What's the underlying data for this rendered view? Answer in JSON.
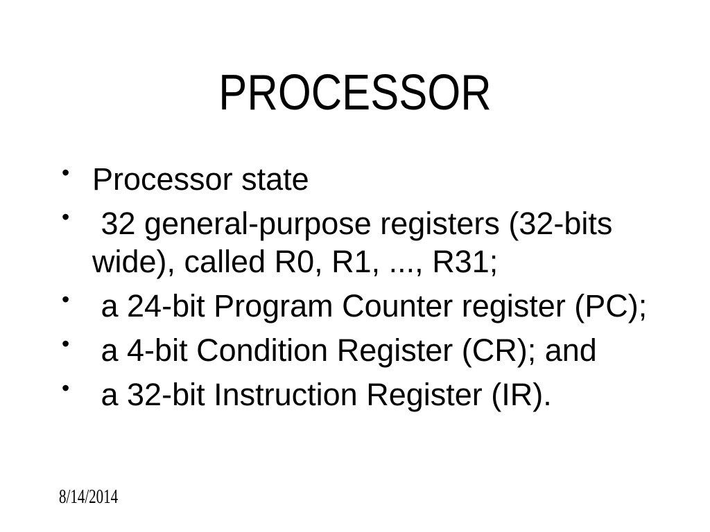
{
  "slide": {
    "title": "PROCESSOR",
    "bullet_char": "•",
    "bullets": [
      {
        "text": "Processor state"
      },
      {
        "text": " 32 general-purpose registers (32-bits\nwide), called R0, R1, ..., R31;"
      },
      {
        "text": " a 24-bit Program Counter register (PC);"
      },
      {
        "text": " a 4-bit Condition Register (CR); and"
      },
      {
        "text": " a 32-bit Instruction Register (IR)."
      }
    ],
    "footer_date": "8/14/2014"
  },
  "colors": {
    "background": "#ffffff",
    "text": "#000000"
  }
}
